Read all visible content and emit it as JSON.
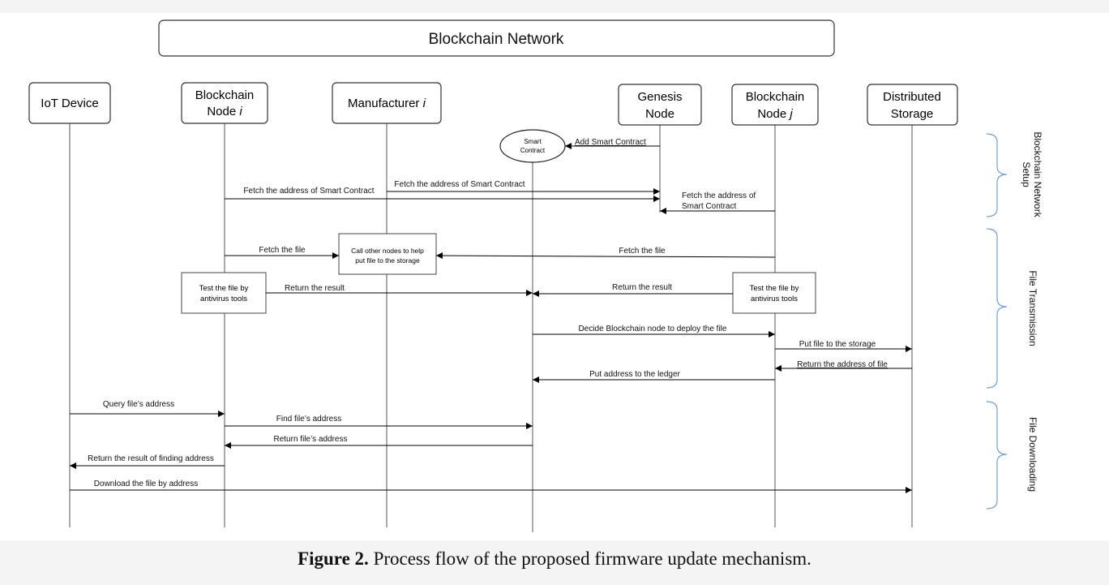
{
  "network_title": "Blockchain Network",
  "participants": [
    {
      "id": "iot",
      "lines": [
        "IoT Device"
      ]
    },
    {
      "id": "node_i",
      "lines": [
        "Blockchain",
        "Node i"
      ],
      "italic_suffix": "i"
    },
    {
      "id": "manufacturer",
      "lines": [
        "Manufacturer i"
      ],
      "italic_suffix": "i"
    },
    {
      "id": "genesis",
      "lines": [
        "Genesis",
        "Node"
      ]
    },
    {
      "id": "node_j",
      "lines": [
        "Blockchain",
        "Node j"
      ],
      "italic_suffix": "j"
    },
    {
      "id": "storage",
      "lines": [
        "Distributed",
        "Storage"
      ]
    }
  ],
  "smart_contract_label": [
    "Smart",
    "Contract"
  ],
  "process_boxes": {
    "call_nodes": [
      "Call other nodes to help",
      "put file to the storage"
    ],
    "test_i": [
      "Test the file by",
      "antivirus tools"
    ],
    "test_j": [
      "Test the file by",
      "antivirus tools"
    ]
  },
  "messages": [
    {
      "label": "Add Smart Contract"
    },
    {
      "label": "Fetch the address of Smart Contract"
    },
    {
      "label": "Fetch the address of Smart Contract"
    },
    {
      "label": "Fetch the address of",
      "label2": "Smart Contract"
    },
    {
      "label": "Fetch the file"
    },
    {
      "label": "Fetch the file"
    },
    {
      "label": "Return the result"
    },
    {
      "label": "Return the result"
    },
    {
      "label": "Decide Blockchain node to deploy the file"
    },
    {
      "label": "Put file to the storage"
    },
    {
      "label": "Return the address of file"
    },
    {
      "label": "Put address to the ledger"
    },
    {
      "label": "Query file’s address"
    },
    {
      "label": "Find file’s address"
    },
    {
      "label": "Return file’s address"
    },
    {
      "label": "Return the result of finding address"
    },
    {
      "label": "Download the file by address"
    }
  ],
  "phases": [
    {
      "label": "Blockchain Network",
      "label2": "Setup"
    },
    {
      "label": "File Transmission"
    },
    {
      "label": "File Downloading"
    }
  ],
  "colors": {
    "phase_bracket": "#6f9fd8",
    "line": "#000000"
  },
  "caption": {
    "bold": "Figure 2.",
    "text": " Process flow of the proposed firmware update mechanism."
  }
}
